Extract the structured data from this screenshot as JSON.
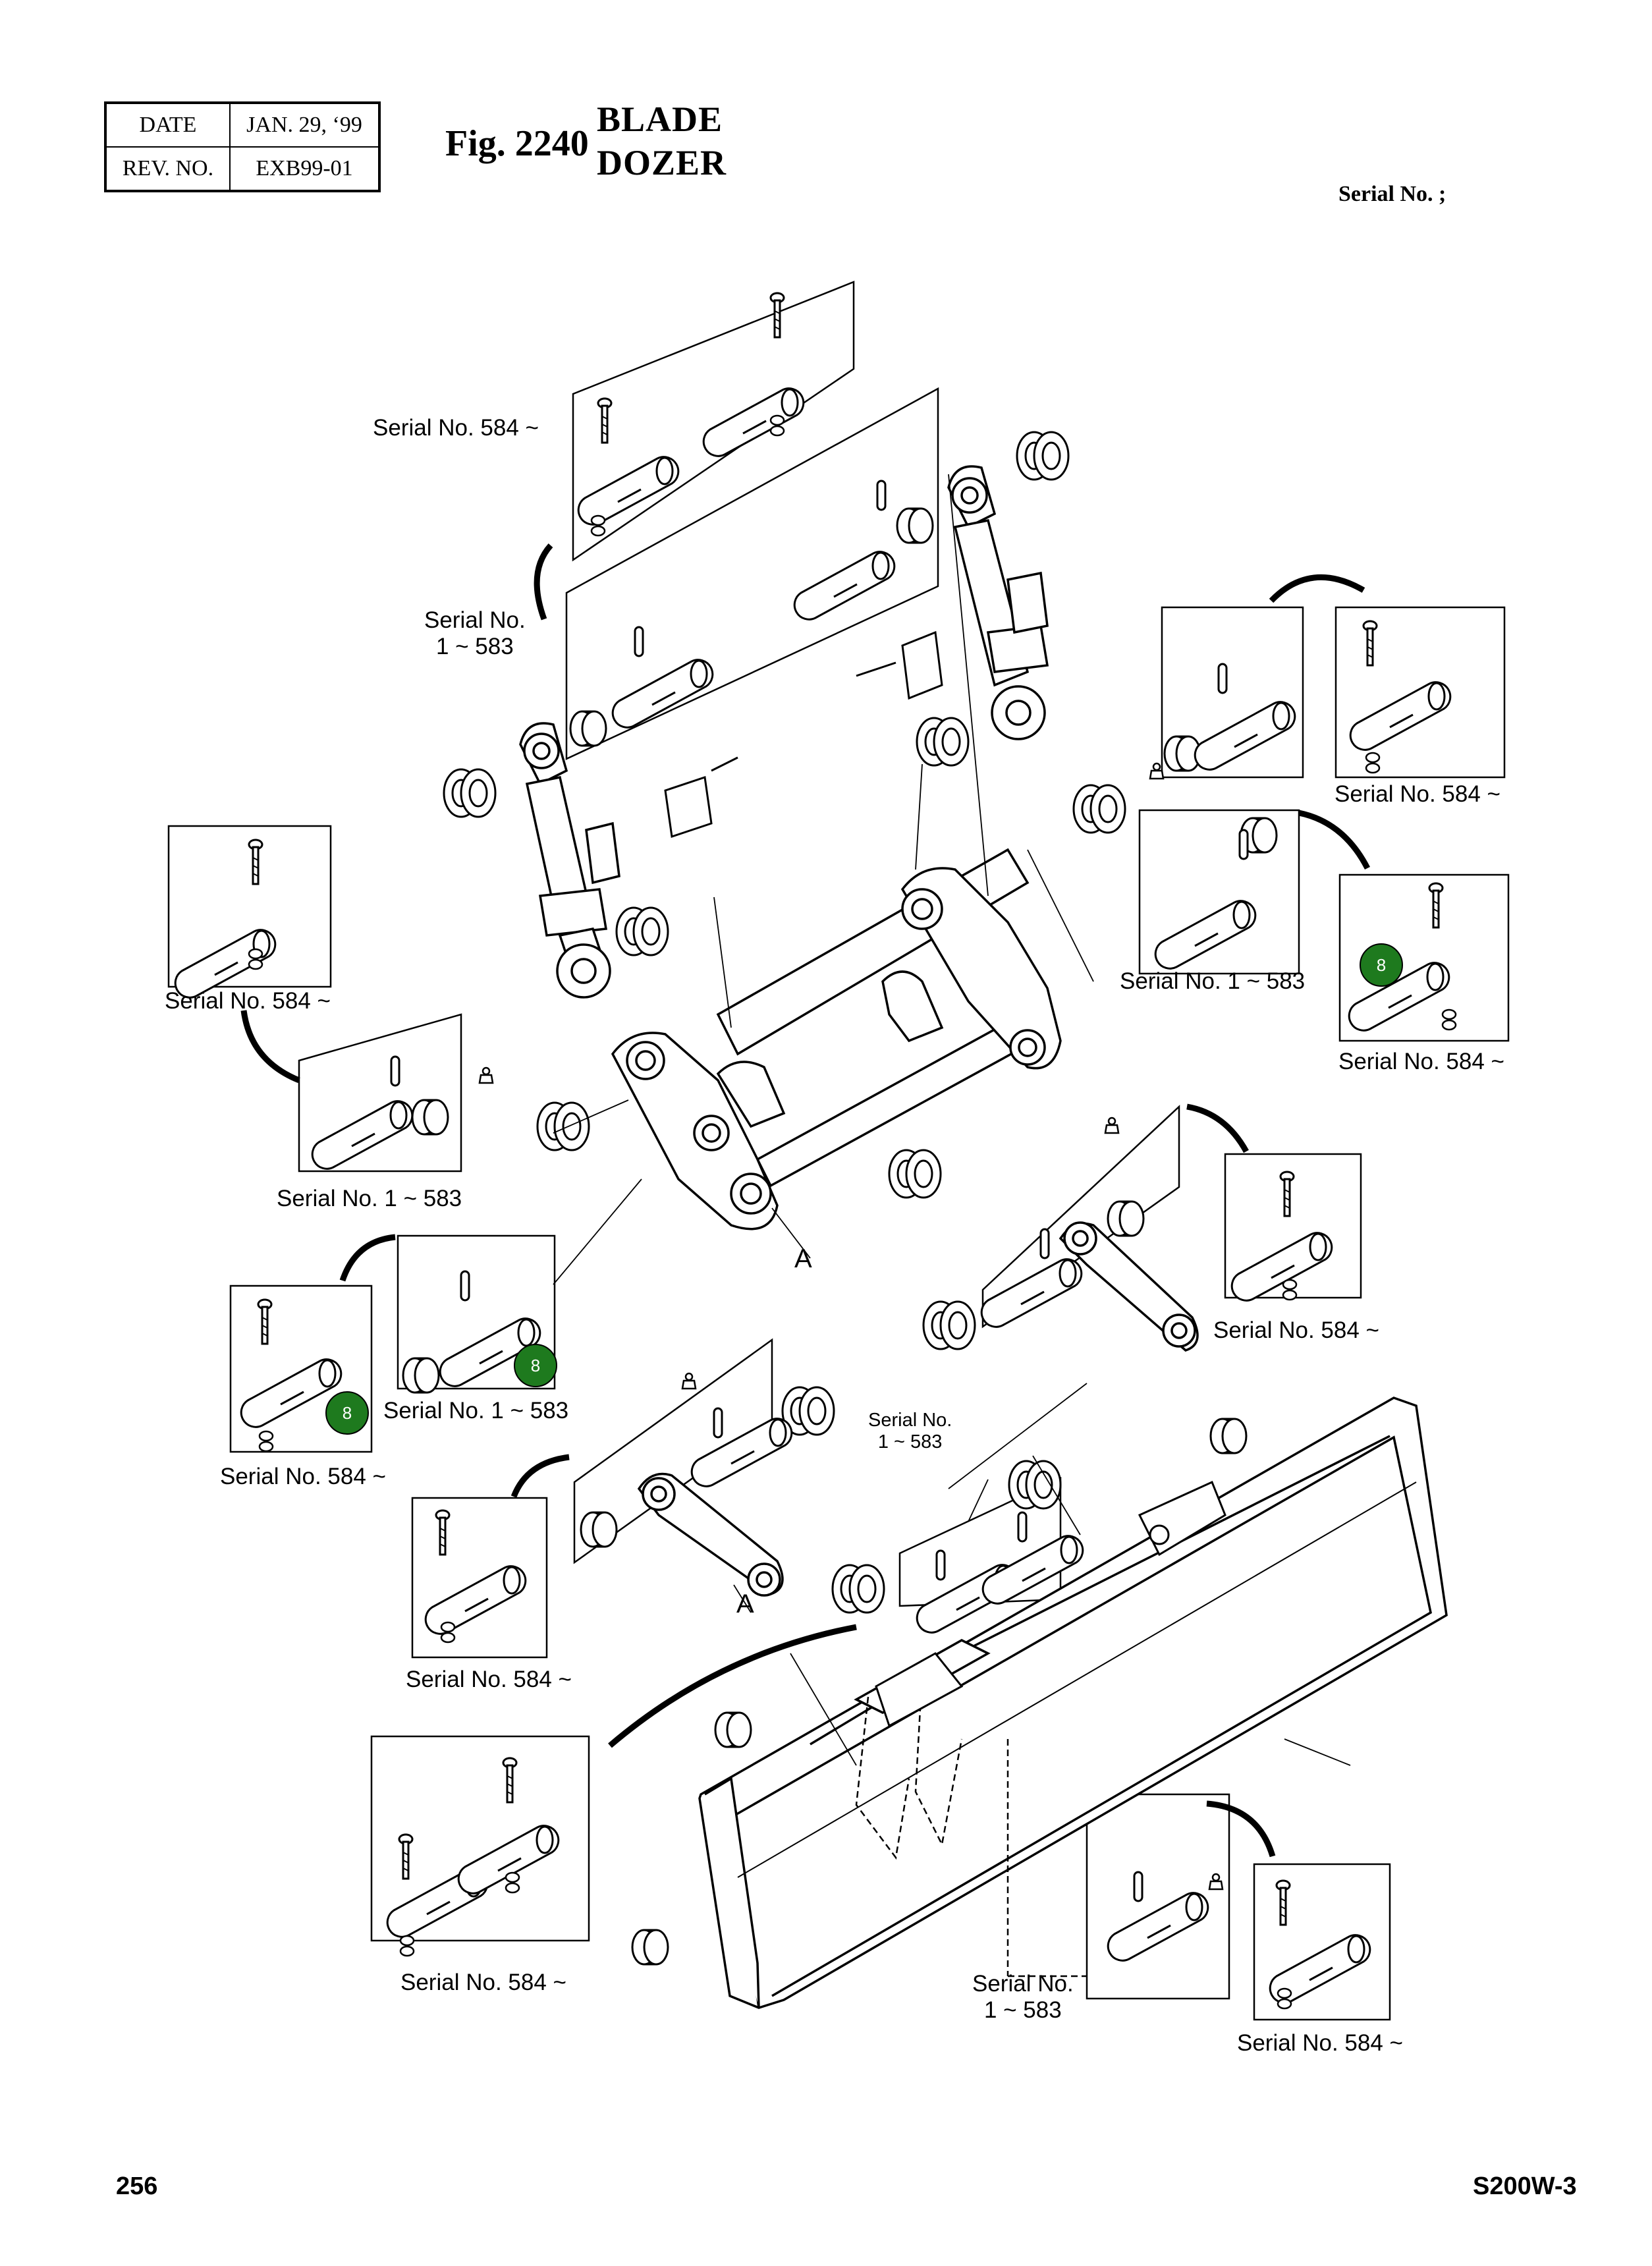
{
  "header": {
    "date_label": "DATE",
    "date_value": "JAN. 29, ‘99",
    "rev_label": "REV. NO.",
    "rev_value": "EXB99-01"
  },
  "figure": {
    "label": "Fig. 2240",
    "title_line1": "BLADE",
    "title_line2": "DOZER",
    "serial_header": "Serial No. ;"
  },
  "labels": {
    "s584_top": "Serial No. 584 ~",
    "s1_583_top": "Serial No.\n1 ~ 583",
    "s584_right_upper": "Serial No. 584 ~",
    "s1_583_right": "Serial No. 1 ~ 583",
    "s584_right_mid": "Serial No. 584 ~",
    "s584_left_upper": "Serial No. 584 ~",
    "s1_583_left": "Serial No. 1 ~ 583",
    "s584_right_lower": "Serial No. 584 ~",
    "s1_583_left2": "Serial No. 1 ~ 583",
    "s584_left_lower": "Serial No. 584 ~",
    "s1_583_small": "Serial No.\n1 ~ 583",
    "s584_center": "Serial No. 584 ~",
    "s584_bottom_left": "Serial No. 584 ~",
    "s1_583_bottom": "Serial No.\n1 ~ 583",
    "s584_bottom_right": "Serial No. 584 ~",
    "letter_a1": "A",
    "letter_a2": "A"
  },
  "callouts": [
    "8",
    "8",
    "8"
  ],
  "footer": {
    "page": "256",
    "model": "S200W-3"
  },
  "colors": {
    "callout_fill": "#1e7a1e",
    "line": "#000000"
  }
}
